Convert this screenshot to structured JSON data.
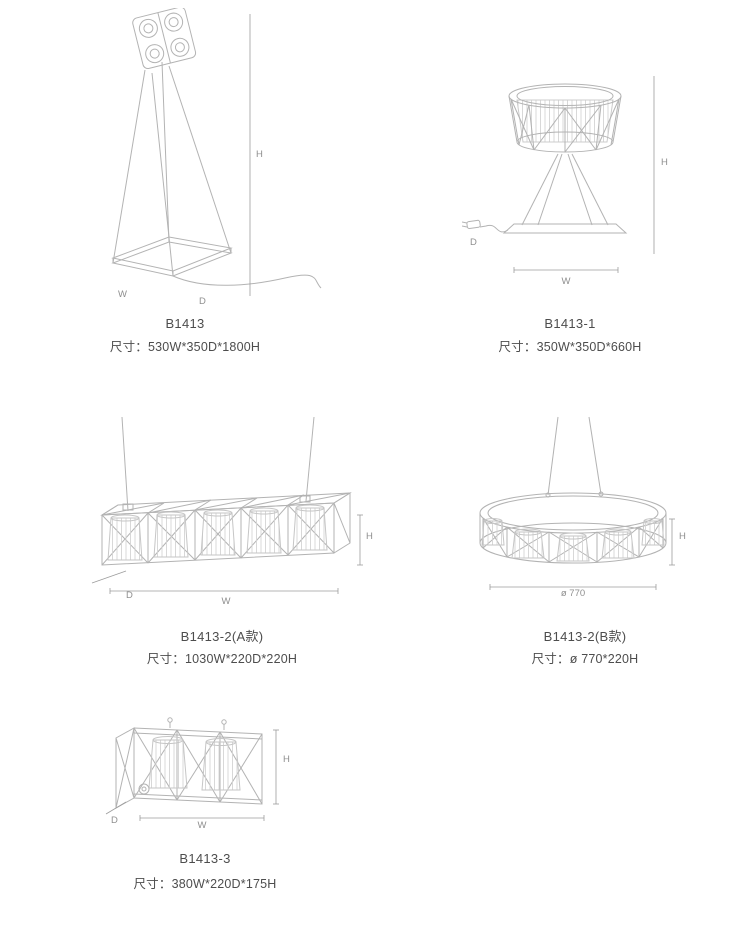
{
  "products": [
    {
      "name": "B1413",
      "size": "尺寸：530W*350D*1800H",
      "labels": {
        "h": "H",
        "w": "W",
        "d": "D"
      }
    },
    {
      "name": "B1413-1",
      "size": "尺寸：350W*350D*660H",
      "labels": {
        "h": "H",
        "w": "W",
        "d": "D"
      }
    },
    {
      "name": "B1413-2(A款)",
      "size": "尺寸：1030W*220D*220H",
      "labels": {
        "h": "H",
        "w": "W",
        "d": "D"
      }
    },
    {
      "name": "B1413-2(B款)",
      "size": "尺寸：ø 770*220H",
      "labels": {
        "h": "H",
        "diameter": "ø 770"
      }
    },
    {
      "name": "B1413-3",
      "size": "尺寸：380W*220D*175H",
      "labels": {
        "h": "H",
        "w": "W",
        "d": "D"
      }
    }
  ]
}
